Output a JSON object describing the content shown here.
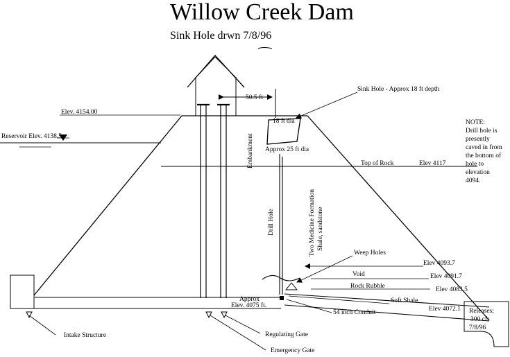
{
  "title": "Willow Creek Dam",
  "subtitle": "Sink Hole drwn 7/8/96",
  "labels": {
    "dimension": "50.5 ft",
    "sinkhole": "Sink Hole - Approx 18 ft depth",
    "crest_elev": "Elev. 4154.00",
    "sinkhole_top_dia": "18 ft dia",
    "reservoir": "Reservoir Elev. 4138.5",
    "embankment": "Embankment",
    "bottom_dia": "Approx 25 ft dia",
    "top_of_rock": "Top of Rock",
    "top_of_rock_elev": "Elev 4117",
    "drill_hole": "Drill Hole",
    "formation_1": "Two Medicine Formation",
    "formation_2": "Shale, sandstone",
    "weep_holes": "Weep Holes",
    "elev_4093": "Elev 4093.7",
    "void": "Void",
    "elev_4091": "Elev 4091.7",
    "rock_rubble": "Rock Rubble",
    "elev_4083": "Elev 4083.5",
    "approx": "Approx",
    "approx_elev": "Elev. 4075 ft.",
    "soft_shale": "Soft Shale",
    "conduit": "54 inch Conduit",
    "elev_4072": "Elev 4072.1",
    "intake": "Intake Structure",
    "regulating_gate": "Regulating Gate",
    "emergency_gate": "Emergency Gate"
  },
  "note": [
    "NOTE:",
    "Drill hole is",
    "presently",
    "caved in from",
    "the bottom of",
    "hole to",
    "elevation",
    "4094."
  ],
  "releases": [
    "Releases;",
    "300 cfs",
    "7/8/96"
  ],
  "icons": {
    "reservoir_marker": "water-level-triangle-icon"
  }
}
